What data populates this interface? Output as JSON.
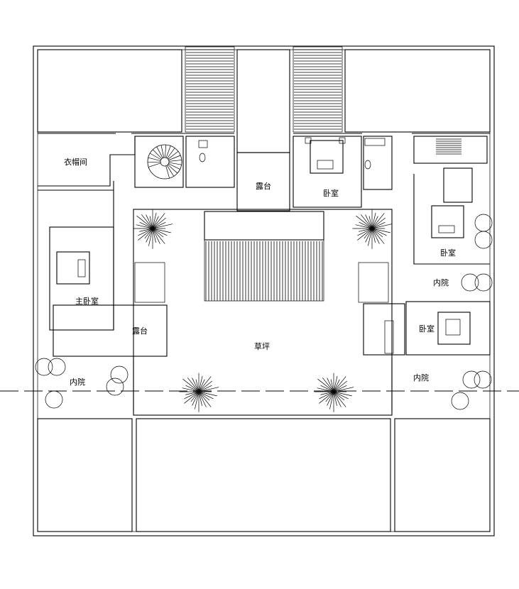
{
  "labels": {
    "cloakroom": "衣帽间",
    "terrace_top": "露台",
    "bedroom_top": "卧室",
    "bedroom_right1": "卧室",
    "master_bedroom": "主卧室",
    "terrace_left": "露台",
    "lawn": "草坪",
    "inner_court_right1": "内院",
    "bedroom_right2": "卧室",
    "inner_court_left": "内院",
    "inner_court_right2": "内院"
  }
}
